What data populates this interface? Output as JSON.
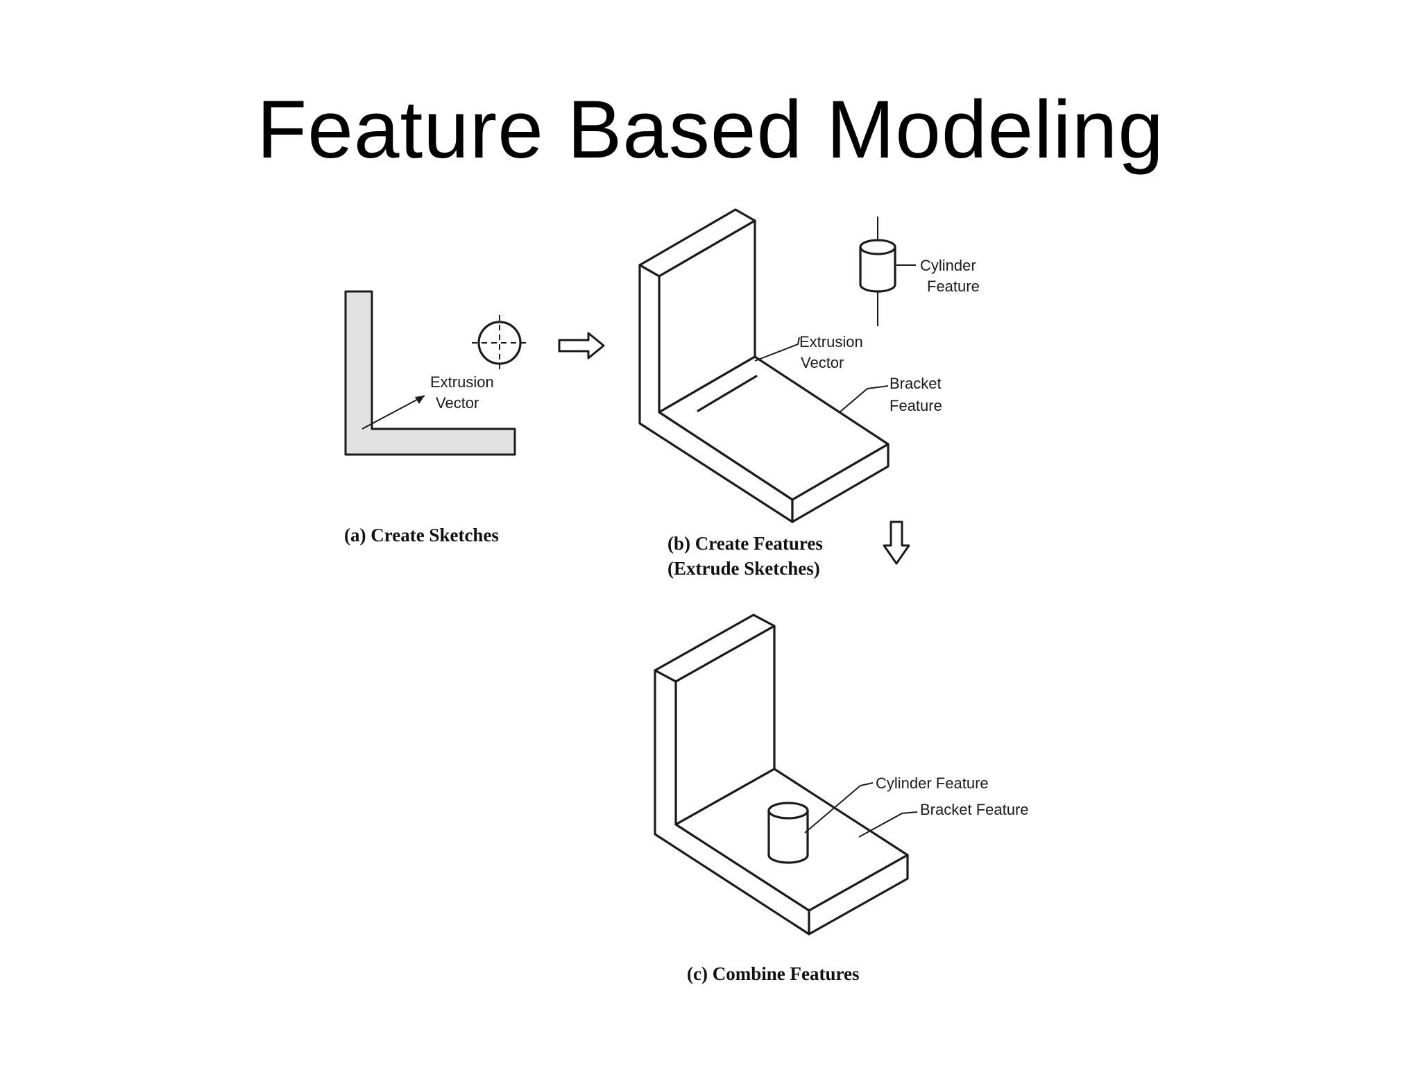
{
  "slide": {
    "title": "Feature Based Modeling"
  },
  "diagram": {
    "panel_a": {
      "caption": "(a) Create Sketches",
      "label_extrusion_line1": "Extrusion",
      "label_extrusion_line2": "Vector"
    },
    "panel_b": {
      "caption_line1": "(b) Create Features",
      "caption_line2": "(Extrude Sketches)",
      "label_extrusion_line1": "Extrusion",
      "label_extrusion_line2": "Vector",
      "label_cylinder_line1": "Cylinder",
      "label_cylinder_line2": "Feature",
      "label_bracket_line1": "Bracket",
      "label_bracket_line2": "Feature"
    },
    "panel_c": {
      "caption": "(c) Combine Features",
      "label_cylinder": "Cylinder Feature",
      "label_bracket": "Bracket Feature"
    }
  }
}
